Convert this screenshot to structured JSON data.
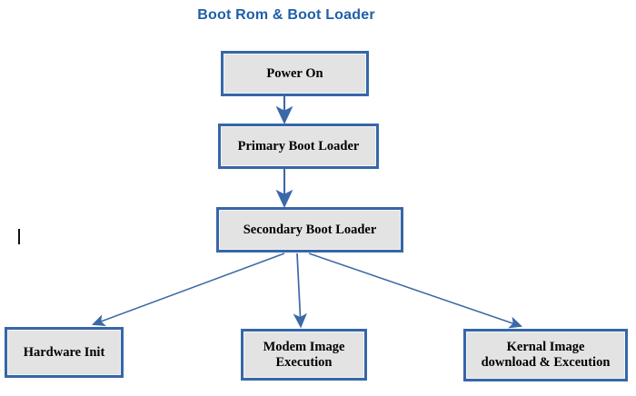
{
  "diagram": {
    "title": "Boot Rom & Boot Loader",
    "title_color": "#1f5fa9",
    "node_fill": "#e3e3e3",
    "node_border": "#3666a8",
    "edge_color": "#3b68a8",
    "nodes": [
      {
        "id": "power-on",
        "label": "Power On"
      },
      {
        "id": "primary-bl",
        "label": "Primary Boot Loader"
      },
      {
        "id": "secondary-bl",
        "label": "Secondary Boot Loader"
      },
      {
        "id": "hardware-init",
        "label": "Hardware Init"
      },
      {
        "id": "modem-image",
        "label": "Modem Image\nExecution"
      },
      {
        "id": "kernal-image",
        "label": "Kernal Image\ndownload & Exceution"
      }
    ],
    "edges": [
      {
        "from": "power-on",
        "to": "primary-bl"
      },
      {
        "from": "primary-bl",
        "to": "secondary-bl"
      },
      {
        "from": "secondary-bl",
        "to": "hardware-init"
      },
      {
        "from": "secondary-bl",
        "to": "modem-image"
      },
      {
        "from": "secondary-bl",
        "to": "kernal-image"
      }
    ]
  }
}
